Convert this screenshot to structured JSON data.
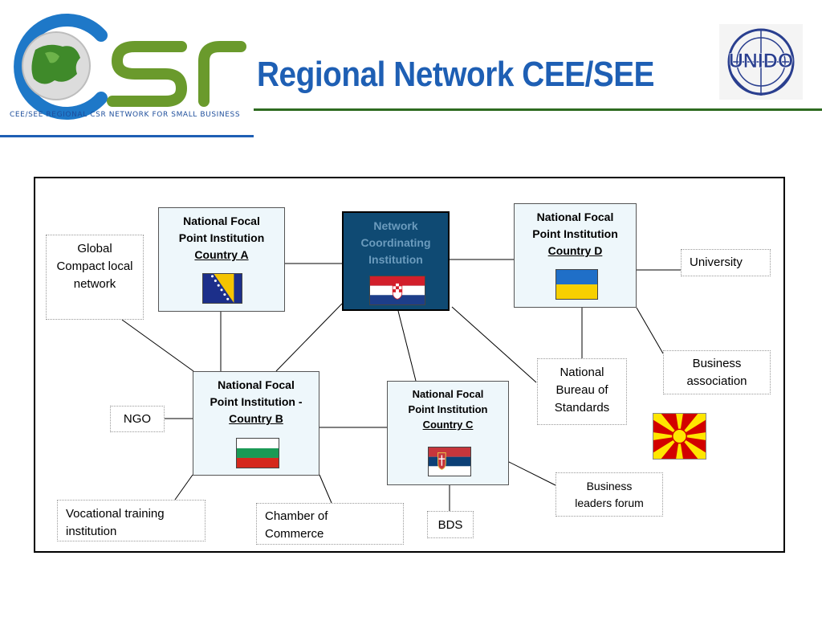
{
  "header": {
    "title": "Regional Network CEE/SEE",
    "logo_text": "CSR",
    "logo_tagline": "CEE/SEE REGIONAL CSR NETWORK FOR SMALL BUSINESS",
    "partner_logo_text": "UNIDO"
  },
  "diagram": {
    "coordinator": {
      "label": "Network Coordinating Institution",
      "flag": "croatia-flag"
    },
    "focal_points": [
      {
        "line1": "National Focal",
        "line2": "Point Institution",
        "country": "Country A",
        "flag": "bosnia-flag"
      },
      {
        "line1": "National Focal",
        "line2": "Point Institution  -",
        "country": "Country B",
        "flag": "bulgaria-flag"
      },
      {
        "line1": "National Focal",
        "line2": "Point Institution",
        "country": "Country C",
        "flag": "serbia-flag"
      },
      {
        "line1": "National Focal",
        "line2": "Point Institution",
        "country": "Country D",
        "flag": "ukraine-flag"
      }
    ],
    "stakeholders": {
      "global_compact": "Global Compact local network",
      "ngo": "NGO",
      "vocational": "Vocational training institution",
      "chamber": "Chamber of Commerce",
      "bds": "BDS",
      "business_leaders": "Business leaders forum",
      "bureau": "National Bureau of Standards",
      "university": "University",
      "business_association": "Business association"
    },
    "extra_flag": "macedonia-flag",
    "colors": {
      "focal_fill": "#eef7fb",
      "coordinator_fill": "#0f4a73",
      "title": "#1e5fb4"
    }
  }
}
